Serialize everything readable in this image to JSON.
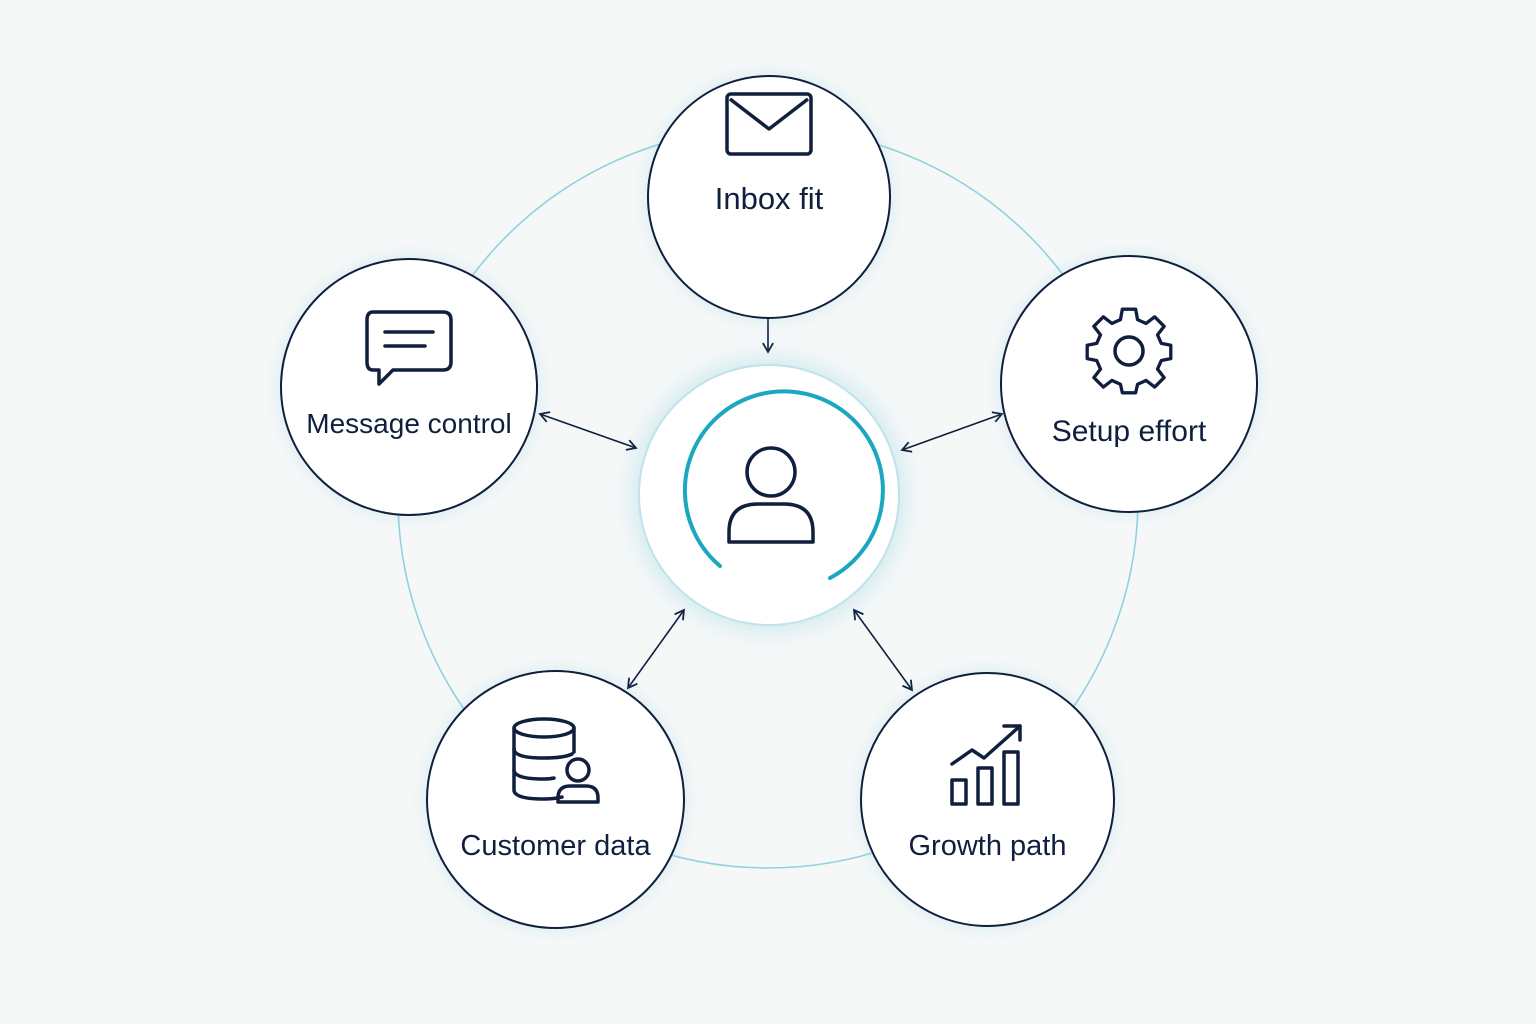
{
  "diagram": {
    "center": {
      "icon": "user-icon"
    },
    "nodes": [
      {
        "id": "inbox",
        "label": "Inbox fit",
        "icon": "envelope-icon"
      },
      {
        "id": "message",
        "label": "Message control",
        "icon": "chat-bubble-icon"
      },
      {
        "id": "setup",
        "label": "Setup effort",
        "icon": "gear-icon"
      },
      {
        "id": "customer",
        "label": "Customer data",
        "icon": "database-user-icon"
      },
      {
        "id": "growth",
        "label": "Growth path",
        "icon": "bar-chart-growth-icon"
      }
    ],
    "colors": {
      "ink": "#0f1f3d",
      "accent": "#1aa7bf",
      "ring": "#8fd3df",
      "background": "#f6f8f8"
    }
  }
}
